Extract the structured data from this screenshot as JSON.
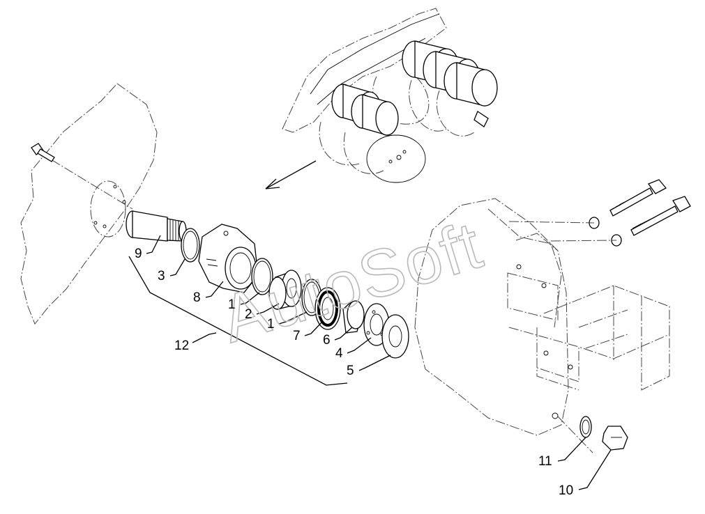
{
  "diagram": {
    "watermark": "AutoSoft",
    "callouts": [
      {
        "id": "c9",
        "text": "9"
      },
      {
        "id": "c3",
        "text": "3"
      },
      {
        "id": "c8",
        "text": "8"
      },
      {
        "id": "c1a",
        "text": "1"
      },
      {
        "id": "c2",
        "text": "2"
      },
      {
        "id": "c1b",
        "text": "1"
      },
      {
        "id": "c7",
        "text": "7"
      },
      {
        "id": "c6",
        "text": "6"
      },
      {
        "id": "c4",
        "text": "4"
      },
      {
        "id": "c5",
        "text": "5"
      },
      {
        "id": "c12",
        "text": "12"
      },
      {
        "id": "c11",
        "text": "11"
      },
      {
        "id": "c10",
        "text": "10"
      }
    ]
  }
}
